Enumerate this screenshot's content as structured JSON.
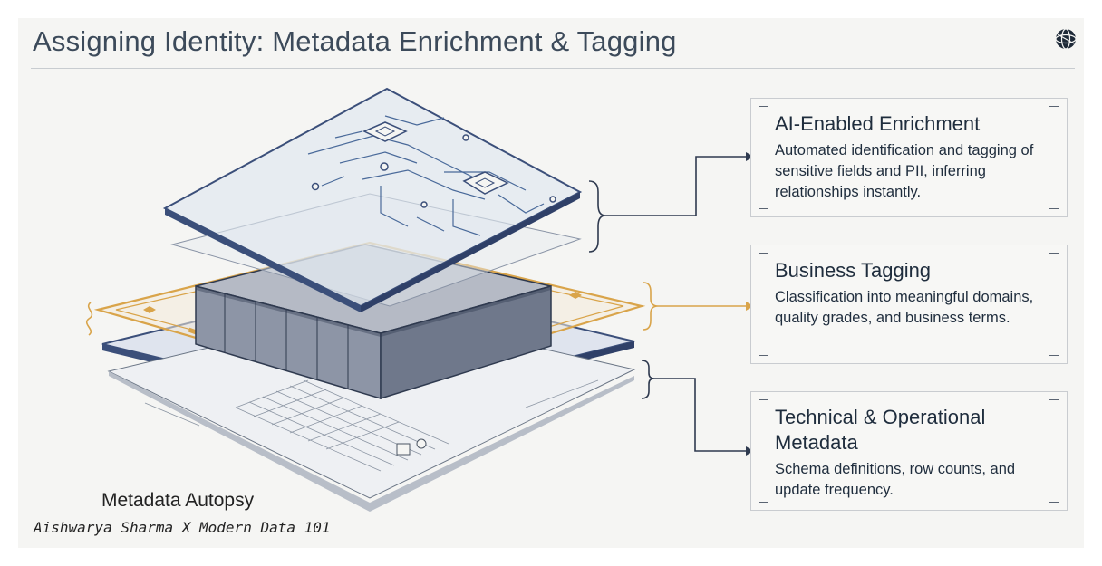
{
  "title": "Assigning Identity: Metadata Enrichment & Tagging",
  "cards": [
    {
      "title": "AI-Enabled Enrichment",
      "body": "Automated identification and tagging of sensitive fields and PII, inferring relationships instantly."
    },
    {
      "title": "Business Tagging",
      "body": "Classification into meaningful domains, quality grades, and business terms."
    },
    {
      "title": "Technical & Operational Metadata",
      "body": "Schema definitions, row counts, and update frequency."
    }
  ],
  "footer": {
    "line1": "Metadata Autopsy",
    "line2": "Aishwarya Sharma X Modern Data 101"
  },
  "colors": {
    "navy": "#3b4f7a",
    "gold": "#d9a44a",
    "block_gray": "#8d95a6",
    "text": "#1f2d3d"
  },
  "icons": [
    "globe-logo-icon"
  ]
}
